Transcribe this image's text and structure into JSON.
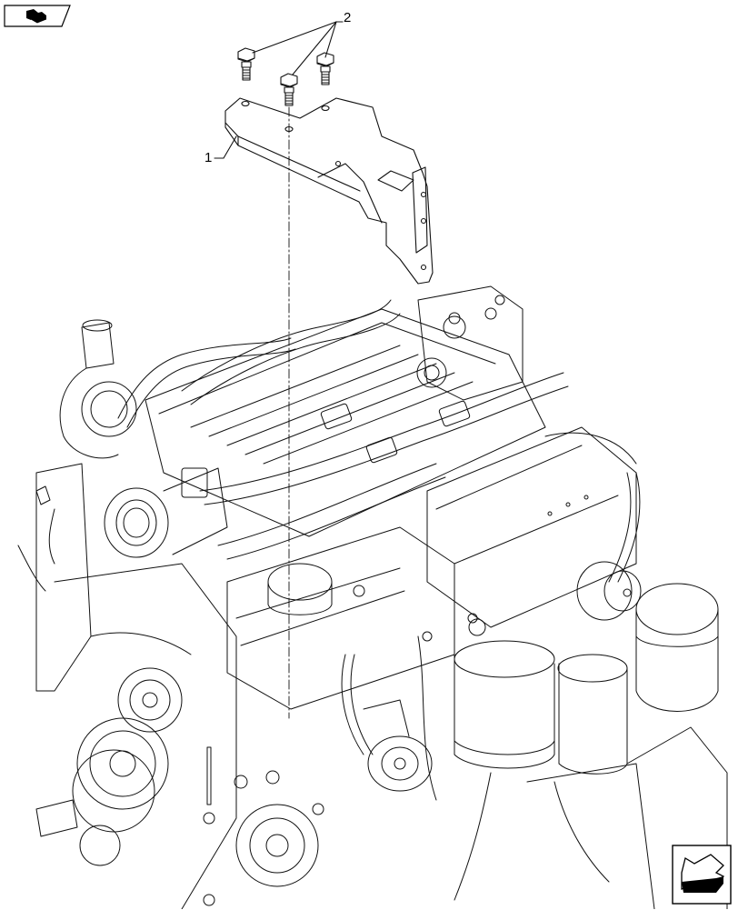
{
  "diagram": {
    "type": "exploded-parts-illustration",
    "subject": "engine bracket mounting",
    "callouts": [
      {
        "id": "1",
        "label": "1",
        "part": "bracket"
      },
      {
        "id": "2",
        "label": "2",
        "part": "bolts",
        "quantity_shown": 3
      }
    ]
  },
  "navigation": {
    "prev_icon": "book-return-icon",
    "next_icon": "arrow-next-icon"
  },
  "colors": {
    "line": "#000000",
    "background": "#ffffff"
  }
}
